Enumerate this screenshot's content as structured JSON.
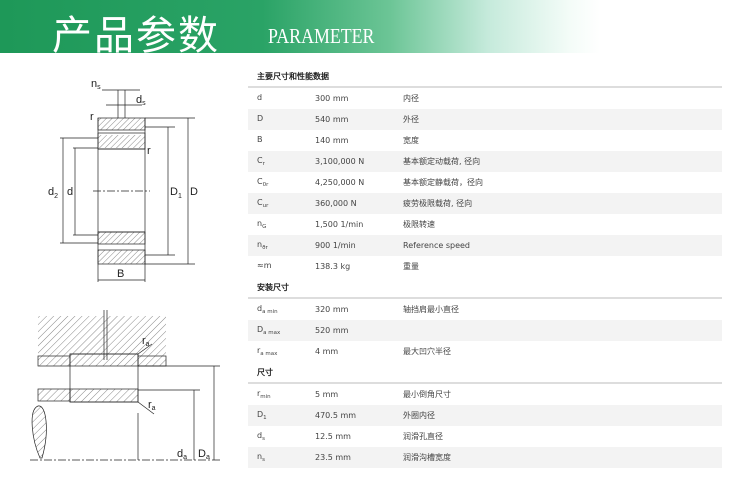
{
  "header": {
    "title_zh": "产品参数",
    "title_en": "PARAMETER"
  },
  "diagram_top": {
    "labels": {
      "ns": "n",
      "ns_sub": "s",
      "ds": "d",
      "ds_sub": "s",
      "r1": "r",
      "r2": "r",
      "d2": "d",
      "d2_sub": "2",
      "d": "d",
      "D1": "D",
      "D1_sub": "1",
      "D": "D",
      "B": "B"
    }
  },
  "diagram_bottom": {
    "labels": {
      "ra1": "r",
      "ra1_sub": "a",
      "ra2": "r",
      "ra2_sub": "a",
      "da": "d",
      "da_sub": "a",
      "Da": "D",
      "Da_sub": "a"
    }
  },
  "sections": [
    {
      "title": "主要尺寸和性能数据",
      "rows": [
        {
          "sym": "d",
          "sub": "",
          "value": "300 mm",
          "desc": "内径"
        },
        {
          "sym": "D",
          "sub": "",
          "value": "540 mm",
          "desc": "外径"
        },
        {
          "sym": "B",
          "sub": "",
          "value": "140 mm",
          "desc": "宽度"
        },
        {
          "sym": "C",
          "sub": "r",
          "value": "3,100,000 N",
          "desc": "基本额定动载荷, 径向"
        },
        {
          "sym": "C",
          "sub": "0r",
          "value": "4,250,000 N",
          "desc": "基本额定静载荷，径向"
        },
        {
          "sym": "C",
          "sub": "ur",
          "value": "360,000 N",
          "desc": "疲劳极限载荷, 径向"
        },
        {
          "sym": "n",
          "sub": "G",
          "value": "1,500 1/min",
          "desc": "极限转速"
        },
        {
          "sym": "n",
          "sub": "ϑr",
          "value": "900 1/min",
          "desc": "Reference speed"
        },
        {
          "sym": "≈m",
          "sub": "",
          "value": "138.3 kg",
          "desc": "重量"
        }
      ]
    },
    {
      "title": "安装尺寸",
      "rows": [
        {
          "sym": "d",
          "sub": "a min",
          "value": "320 mm",
          "desc": "轴挡肩最小直径"
        },
        {
          "sym": "D",
          "sub": "a max",
          "value": "520 mm",
          "desc": ""
        },
        {
          "sym": "r",
          "sub": "a max",
          "value": "4 mm",
          "desc": "最大凹穴半径"
        }
      ]
    },
    {
      "title": "尺寸",
      "rows": [
        {
          "sym": "r",
          "sub": "min",
          "value": "5 mm",
          "desc": "最小倒角尺寸"
        },
        {
          "sym": "D",
          "sub": "1",
          "value": "470.5 mm",
          "desc": "外圈内径"
        },
        {
          "sym": "d",
          "sub": "s",
          "value": "12.5 mm",
          "desc": "润滑孔直径"
        },
        {
          "sym": "n",
          "sub": "s",
          "value": "23.5 mm",
          "desc": "润滑沟槽宽度"
        }
      ]
    }
  ]
}
